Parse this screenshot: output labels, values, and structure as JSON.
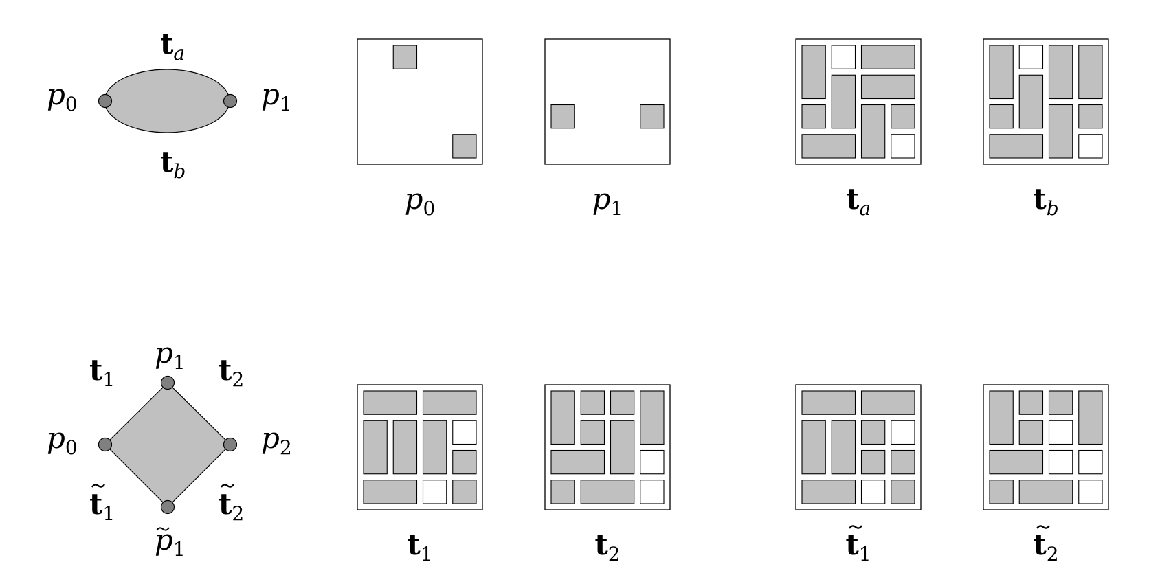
{
  "top_graph": {
    "left_vertex": {
      "base": "p",
      "sub": "0",
      "tilde": false,
      "bold": false
    },
    "right_vertex": {
      "base": "p",
      "sub": "1",
      "tilde": false,
      "bold": false
    },
    "upper_edge": {
      "base": "t",
      "sub": "a",
      "tilde": false,
      "bold": true
    },
    "lower_edge": {
      "base": "t",
      "sub": "b",
      "tilde": false,
      "bold": true
    }
  },
  "bottom_graph": {
    "left_vertex": {
      "base": "p",
      "sub": "0",
      "tilde": false,
      "bold": false
    },
    "top_vertex": {
      "base": "p",
      "sub": "1",
      "tilde": false,
      "bold": false
    },
    "right_vertex": {
      "base": "p",
      "sub": "2",
      "tilde": false,
      "bold": false
    },
    "bottom_vertex": {
      "base": "p",
      "sub": "1",
      "tilde": true,
      "bold": false
    },
    "upper_left_edge": {
      "base": "t",
      "sub": "1",
      "tilde": false,
      "bold": true
    },
    "upper_right_edge": {
      "base": "t",
      "sub": "2",
      "tilde": false,
      "bold": true
    },
    "lower_left_edge": {
      "base": "t",
      "sub": "1",
      "tilde": true,
      "bold": true
    },
    "lower_right_edge": {
      "base": "t",
      "sub": "2",
      "tilde": true,
      "bold": true
    }
  },
  "grid_size": 4,
  "panels": [
    {
      "id": "p0",
      "row": 0,
      "col": 0,
      "label": {
        "base": "p",
        "sub": "0",
        "tilde": false,
        "bold": false
      },
      "tiles": [
        {
          "col": 1,
          "row": 0,
          "w": 1,
          "h": 1,
          "filled": true
        },
        {
          "col": 3,
          "row": 3,
          "w": 1,
          "h": 1,
          "filled": true
        }
      ]
    },
    {
      "id": "p1",
      "row": 0,
      "col": 1,
      "label": {
        "base": "p",
        "sub": "1",
        "tilde": false,
        "bold": false
      },
      "tiles": [
        {
          "col": 0,
          "row": 2,
          "w": 1,
          "h": 1,
          "filled": true
        },
        {
          "col": 3,
          "row": 2,
          "w": 1,
          "h": 1,
          "filled": true
        }
      ]
    },
    {
      "id": "ta",
      "row": 0,
      "col": 2,
      "label": {
        "base": "t",
        "sub": "a",
        "tilde": false,
        "bold": true
      },
      "tiles": [
        {
          "col": 0,
          "row": 0,
          "w": 1,
          "h": 2,
          "filled": true
        },
        {
          "col": 1,
          "row": 0,
          "w": 1,
          "h": 1,
          "filled": false
        },
        {
          "col": 2,
          "row": 0,
          "w": 2,
          "h": 1,
          "filled": true
        },
        {
          "col": 1,
          "row": 1,
          "w": 1,
          "h": 2,
          "filled": true
        },
        {
          "col": 2,
          "row": 1,
          "w": 2,
          "h": 1,
          "filled": true
        },
        {
          "col": 0,
          "row": 2,
          "w": 1,
          "h": 1,
          "filled": true
        },
        {
          "col": 2,
          "row": 2,
          "w": 1,
          "h": 2,
          "filled": true
        },
        {
          "col": 3,
          "row": 2,
          "w": 1,
          "h": 1,
          "filled": true
        },
        {
          "col": 0,
          "row": 3,
          "w": 2,
          "h": 1,
          "filled": true
        },
        {
          "col": 3,
          "row": 3,
          "w": 1,
          "h": 1,
          "filled": false
        }
      ]
    },
    {
      "id": "tb",
      "row": 0,
      "col": 3,
      "label": {
        "base": "t",
        "sub": "b",
        "tilde": false,
        "bold": true
      },
      "tiles": [
        {
          "col": 0,
          "row": 0,
          "w": 1,
          "h": 2,
          "filled": true
        },
        {
          "col": 1,
          "row": 0,
          "w": 1,
          "h": 1,
          "filled": false
        },
        {
          "col": 2,
          "row": 0,
          "w": 1,
          "h": 2,
          "filled": true
        },
        {
          "col": 3,
          "row": 0,
          "w": 1,
          "h": 2,
          "filled": true
        },
        {
          "col": 1,
          "row": 1,
          "w": 1,
          "h": 2,
          "filled": true
        },
        {
          "col": 0,
          "row": 2,
          "w": 1,
          "h": 1,
          "filled": true
        },
        {
          "col": 2,
          "row": 2,
          "w": 1,
          "h": 2,
          "filled": true
        },
        {
          "col": 3,
          "row": 2,
          "w": 1,
          "h": 1,
          "filled": true
        },
        {
          "col": 0,
          "row": 3,
          "w": 2,
          "h": 1,
          "filled": true
        },
        {
          "col": 3,
          "row": 3,
          "w": 1,
          "h": 1,
          "filled": false
        }
      ]
    },
    {
      "id": "t1",
      "row": 1,
      "col": 0,
      "label": {
        "base": "t",
        "sub": "1",
        "tilde": false,
        "bold": true
      },
      "tiles": [
        {
          "col": 0,
          "row": 0,
          "w": 2,
          "h": 1,
          "filled": true
        },
        {
          "col": 2,
          "row": 0,
          "w": 2,
          "h": 1,
          "filled": true
        },
        {
          "col": 0,
          "row": 1,
          "w": 1,
          "h": 2,
          "filled": true
        },
        {
          "col": 1,
          "row": 1,
          "w": 1,
          "h": 2,
          "filled": true
        },
        {
          "col": 2,
          "row": 1,
          "w": 1,
          "h": 2,
          "filled": true
        },
        {
          "col": 3,
          "row": 1,
          "w": 1,
          "h": 1,
          "filled": false
        },
        {
          "col": 3,
          "row": 2,
          "w": 1,
          "h": 1,
          "filled": true
        },
        {
          "col": 0,
          "row": 3,
          "w": 2,
          "h": 1,
          "filled": true
        },
        {
          "col": 2,
          "row": 3,
          "w": 1,
          "h": 1,
          "filled": false
        },
        {
          "col": 3,
          "row": 3,
          "w": 1,
          "h": 1,
          "filled": true
        }
      ]
    },
    {
      "id": "t2",
      "row": 1,
      "col": 1,
      "label": {
        "base": "t",
        "sub": "2",
        "tilde": false,
        "bold": true
      },
      "tiles": [
        {
          "col": 0,
          "row": 0,
          "w": 1,
          "h": 2,
          "filled": true
        },
        {
          "col": 1,
          "row": 0,
          "w": 1,
          "h": 1,
          "filled": true
        },
        {
          "col": 2,
          "row": 0,
          "w": 1,
          "h": 1,
          "filled": true
        },
        {
          "col": 3,
          "row": 0,
          "w": 1,
          "h": 2,
          "filled": true
        },
        {
          "col": 1,
          "row": 1,
          "w": 1,
          "h": 1,
          "filled": true
        },
        {
          "col": 2,
          "row": 1,
          "w": 1,
          "h": 2,
          "filled": true
        },
        {
          "col": 0,
          "row": 2,
          "w": 2,
          "h": 1,
          "filled": true
        },
        {
          "col": 3,
          "row": 2,
          "w": 1,
          "h": 1,
          "filled": false
        },
        {
          "col": 0,
          "row": 3,
          "w": 1,
          "h": 1,
          "filled": true
        },
        {
          "col": 1,
          "row": 3,
          "w": 2,
          "h": 1,
          "filled": true
        },
        {
          "col": 3,
          "row": 3,
          "w": 1,
          "h": 1,
          "filled": false
        }
      ]
    },
    {
      "id": "t1-tilde",
      "row": 1,
      "col": 2,
      "label": {
        "base": "t",
        "sub": "1",
        "tilde": true,
        "bold": true
      },
      "tiles": [
        {
          "col": 0,
          "row": 0,
          "w": 2,
          "h": 1,
          "filled": true
        },
        {
          "col": 2,
          "row": 0,
          "w": 2,
          "h": 1,
          "filled": true
        },
        {
          "col": 0,
          "row": 1,
          "w": 1,
          "h": 2,
          "filled": true
        },
        {
          "col": 1,
          "row": 1,
          "w": 1,
          "h": 2,
          "filled": true
        },
        {
          "col": 2,
          "row": 1,
          "w": 1,
          "h": 1,
          "filled": true
        },
        {
          "col": 3,
          "row": 1,
          "w": 1,
          "h": 1,
          "filled": false
        },
        {
          "col": 2,
          "row": 2,
          "w": 1,
          "h": 1,
          "filled": true
        },
        {
          "col": 3,
          "row": 2,
          "w": 1,
          "h": 1,
          "filled": true
        },
        {
          "col": 0,
          "row": 3,
          "w": 2,
          "h": 1,
          "filled": true
        },
        {
          "col": 2,
          "row": 3,
          "w": 1,
          "h": 1,
          "filled": false
        },
        {
          "col": 3,
          "row": 3,
          "w": 1,
          "h": 1,
          "filled": true
        }
      ]
    },
    {
      "id": "t2-tilde",
      "row": 1,
      "col": 3,
      "label": {
        "base": "t",
        "sub": "2",
        "tilde": true,
        "bold": true
      },
      "tiles": [
        {
          "col": 0,
          "row": 0,
          "w": 1,
          "h": 2,
          "filled": true
        },
        {
          "col": 1,
          "row": 0,
          "w": 1,
          "h": 1,
          "filled": true
        },
        {
          "col": 2,
          "row": 0,
          "w": 1,
          "h": 1,
          "filled": true
        },
        {
          "col": 3,
          "row": 0,
          "w": 1,
          "h": 2,
          "filled": true
        },
        {
          "col": 1,
          "row": 1,
          "w": 1,
          "h": 1,
          "filled": true
        },
        {
          "col": 2,
          "row": 1,
          "w": 1,
          "h": 1,
          "filled": false
        },
        {
          "col": 0,
          "row": 2,
          "w": 2,
          "h": 1,
          "filled": true
        },
        {
          "col": 2,
          "row": 2,
          "w": 1,
          "h": 1,
          "filled": false
        },
        {
          "col": 3,
          "row": 2,
          "w": 1,
          "h": 1,
          "filled": false
        },
        {
          "col": 0,
          "row": 3,
          "w": 1,
          "h": 1,
          "filled": true
        },
        {
          "col": 1,
          "row": 3,
          "w": 2,
          "h": 1,
          "filled": true
        },
        {
          "col": 3,
          "row": 3,
          "w": 1,
          "h": 1,
          "filled": false
        }
      ]
    }
  ]
}
